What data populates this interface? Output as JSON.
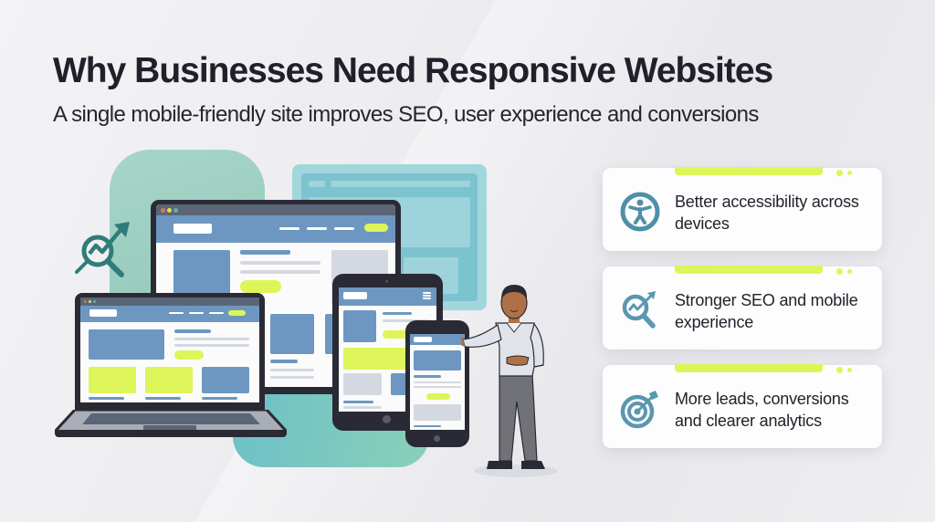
{
  "header": {
    "title": "Why Businesses Need Responsive Websites",
    "subtitle": "A single mobile-friendly site improves SEO, user experience and conversions"
  },
  "illustration": {
    "devices": [
      "desktop-monitor",
      "laptop",
      "tablet",
      "smartphone"
    ],
    "floating_icon": "seo-analytics-icon",
    "figure": "presenter-person"
  },
  "benefits": [
    {
      "icon": "accessibility-icon",
      "text": "Better accessibility across devices"
    },
    {
      "icon": "seo-growth-icon",
      "text": "Stronger SEO and mobile experience"
    },
    {
      "icon": "target-icon",
      "text": "More leads, conversions and clearer analytics"
    }
  ],
  "colors": {
    "accent_lime": "#def55a",
    "primary_blue": "#6d97c0",
    "icon_teal": "#4f8fa8",
    "teal_dark": "#2f7d78",
    "text_dark": "#20202a",
    "device_frame": "#2a2a35"
  }
}
